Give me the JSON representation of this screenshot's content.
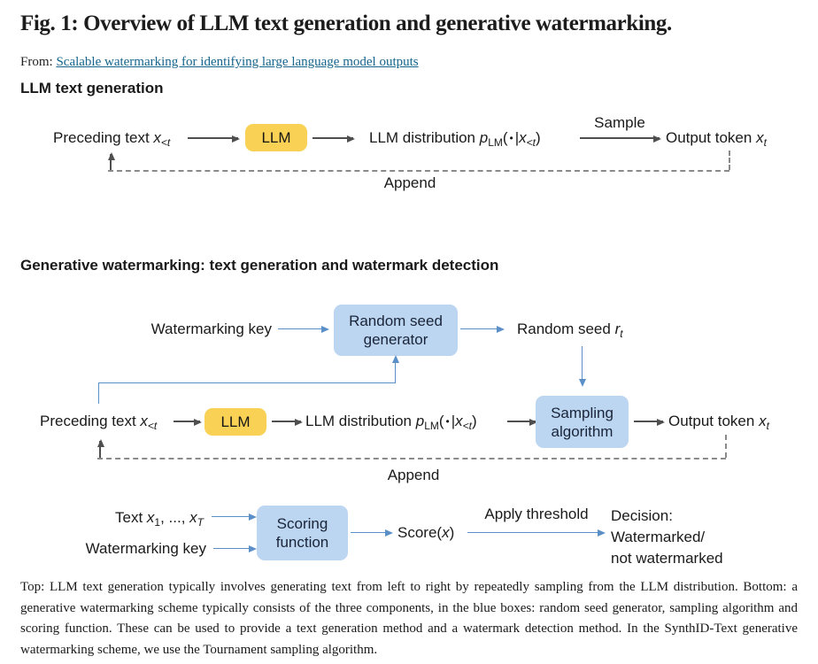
{
  "header": {
    "title": "Fig. 1: Overview of LLM text generation and generative watermarking.",
    "from_label": "From:",
    "source_link": "Scalable watermarking for identifying large language model outputs"
  },
  "sections": {
    "top_heading": "LLM text generation",
    "bottom_heading": "Generative watermarking: text generation and watermark detection"
  },
  "nodes": {
    "llm_box": "LLM",
    "random_seed_generator": {
      "line1": "Random seed",
      "line2": "generator"
    },
    "sampling_algorithm": {
      "line1": "Sampling",
      "line2": "algorithm"
    },
    "scoring_function": {
      "line1": "Scoring",
      "line2": "function"
    }
  },
  "labels": {
    "preceding_text": "Preceding text ",
    "llm_distribution": "LLM distribution ",
    "output_token": "Output token ",
    "random_seed": "Random seed ",
    "watermarking_key": "Watermarking key",
    "text_prefix": "Text ",
    "sample": "Sample",
    "append": "Append",
    "apply_threshold": "Apply threshold",
    "score_open": "Score(",
    "decision": {
      "line1": "Decision:",
      "line2": "Watermarked/",
      "line3": "not watermarked"
    }
  },
  "math": {
    "x": "x",
    "p": "p",
    "r": "r",
    "sub_lt": "<t",
    "sub_t": "t",
    "sub_lm": "LM",
    "sub_1": "1",
    "sub_T": "T",
    "open": "(",
    "bullet": "•",
    "pipe": "|",
    "close": ")",
    "ellipsis": ", ..., "
  },
  "caption": "Top: LLM text generation typically involves generating text from left to right by repeatedly sampling from the LLM distribution. Bottom: a generative watermarking scheme typically consists of the three components, in the blue boxes: random seed generator, sampling algorithm and scoring function. These can be used to provide a text generation method and a watermark detection method. In the SynthID-Text generative watermarking scheme, we use the Tournament sampling algorithm.",
  "colors": {
    "llm_box_fill": "#F8D155",
    "component_box_fill": "#BCD6F1",
    "blue_arrow": "#5B8FC8",
    "gray_arrow": "#4F4F4F",
    "dashed_line": "#8A8A8A",
    "link": "#14648C"
  }
}
